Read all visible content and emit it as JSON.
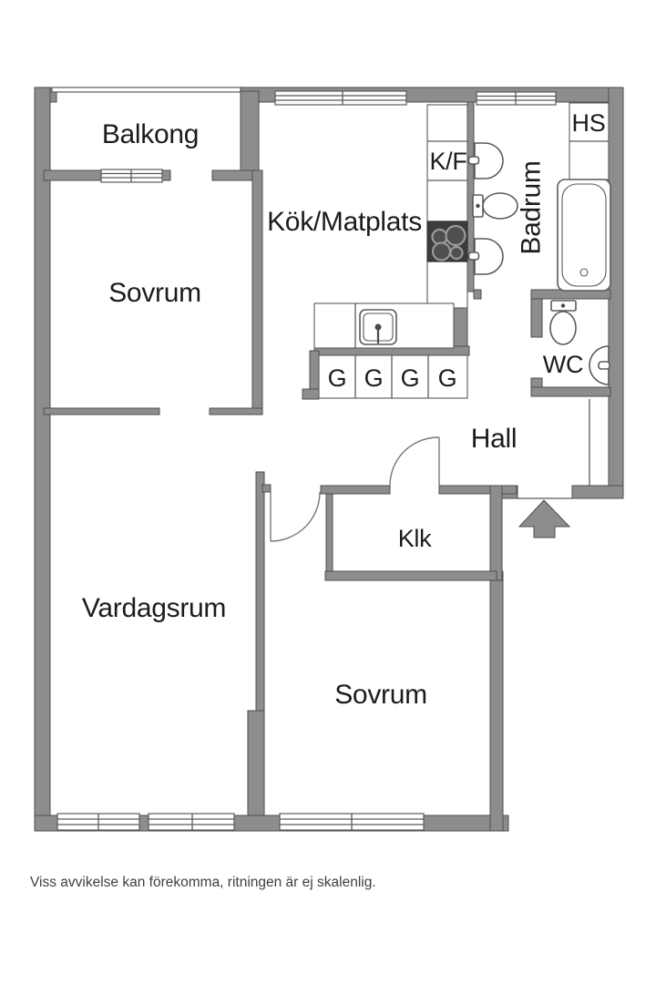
{
  "labels": {
    "balkong": "Balkong",
    "sovrum_top": "Sovrum",
    "kok_matplats": "Kök/Matplats",
    "kf": "K/F",
    "hs": "HS",
    "badrum": "Badrum",
    "wardrobes": [
      "G",
      "G",
      "G",
      "G"
    ],
    "wc": "WC",
    "hall": "Hall",
    "klk": "Klk",
    "vardagsrum": "Vardagsrum",
    "sovrum_bottom": "Sovrum"
  },
  "footer": {
    "disclaimer": "Viss avvikelse kan förekomma, ritningen är ej skalenlig."
  },
  "colors": {
    "wall": "#8d8d8f",
    "wall_outline": "#4e4e4e",
    "line": "#5a5a5a",
    "text": "#1c1c1c",
    "stove": "#3c3c3c",
    "background": "#ffffff"
  }
}
